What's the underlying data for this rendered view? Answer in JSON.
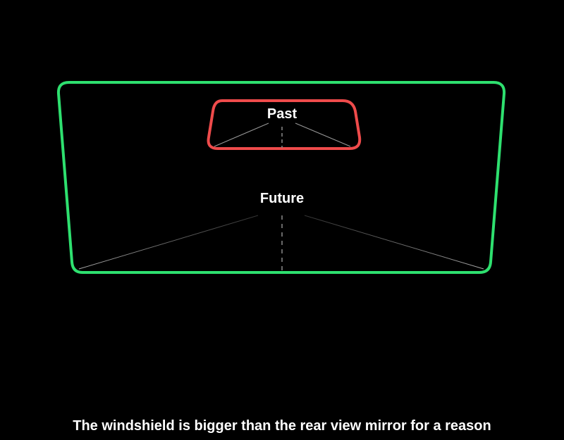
{
  "colors": {
    "background": "#000000",
    "windshield": "#2ee06f",
    "mirror": "#ef4b4b",
    "text": "#ffffff",
    "perspective_lines": "#9a9a9a"
  },
  "windshield": {
    "label": "Future"
  },
  "mirror": {
    "label": "Past"
  },
  "caption": "The windshield is bigger than the rear view mirror for a reason"
}
